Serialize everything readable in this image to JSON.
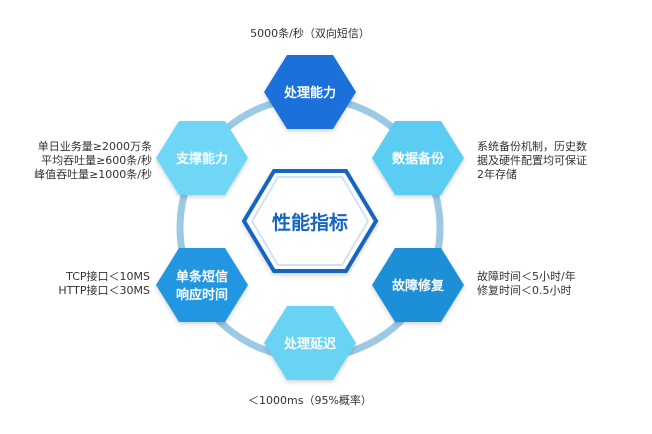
{
  "center": {
    "label": "性能指标",
    "color": "#1565c0"
  },
  "nodes": [
    {
      "id": "processing",
      "label": "处理能力",
      "color": "#1e6fd9",
      "note": [
        "5000条/秒（双向短信）"
      ]
    },
    {
      "id": "backup",
      "label": "数据备份",
      "color": "#5ccdf2",
      "note": [
        "系统备份机制，历史数",
        "据及硬件配置均可保证",
        "2年存储"
      ]
    },
    {
      "id": "fault",
      "label": "故障修复",
      "color": "#1a8fd6",
      "note": [
        "故障时间＜5小时/年",
        "修复时间＜0.5小时"
      ]
    },
    {
      "id": "latency",
      "label": "处理延迟",
      "color": "#69d3f4",
      "note": [
        "＜1000ms（95%概率）"
      ]
    },
    {
      "id": "response",
      "label": [
        "单条短信",
        "响应时间"
      ],
      "color": "#2196e0",
      "note": [
        "TCP接口＜10MS",
        "HTTP接口＜30MS"
      ]
    },
    {
      "id": "support",
      "label": "支撑能力",
      "color": "#6fd6f5",
      "note": [
        "单日业务量≥2000万条",
        "平均吞吐量≥600条/秒",
        "峰值吞吐量≥1000条/秒"
      ]
    }
  ],
  "colors": {
    "ring": "#9cc9e4",
    "text_light": "#ffffff",
    "text_dark": "#333333"
  }
}
